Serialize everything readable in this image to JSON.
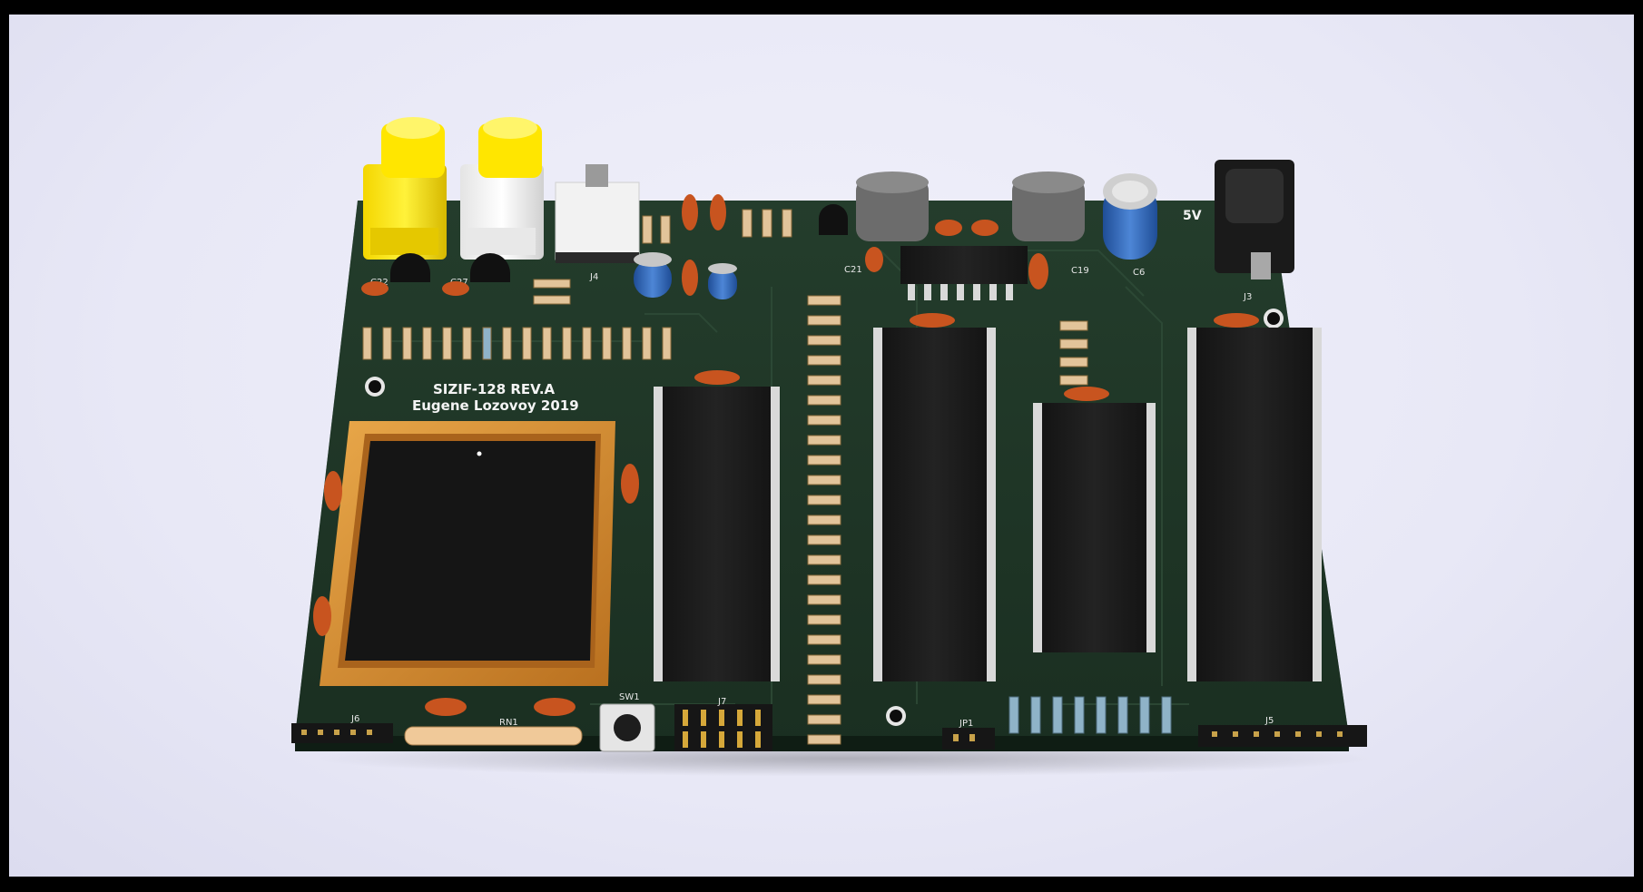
{
  "viewer": {
    "background_color": "#e9e9f7",
    "frame_color": "#000000"
  },
  "board": {
    "title": "SIZIF-128 REV.A",
    "author": "Eugene Lozovoy 2019",
    "pcb_color": "#1f3826",
    "power_label": "5V",
    "references": {
      "c22": "C22",
      "c27": "C27",
      "j4": "J4",
      "c21": "C21",
      "c19": "C19",
      "c6": "C6",
      "j3": "J3",
      "sw1": "SW1",
      "j7": "J7",
      "rn1": "RN1",
      "jp1": "JP1",
      "j6": "J6",
      "j5": "J5"
    }
  },
  "colors": {
    "rca_yellow": "#ffe600",
    "rca_white": "#f7f7f7",
    "ceramic_cap": "#c8541f",
    "electrolytic_cap": "#2a5fb0",
    "ic_body": "#1a1a1a",
    "plcc_socket": "#d98a2a",
    "resistor_body": "#e2c49a",
    "header_pins": "#d6a83a"
  }
}
